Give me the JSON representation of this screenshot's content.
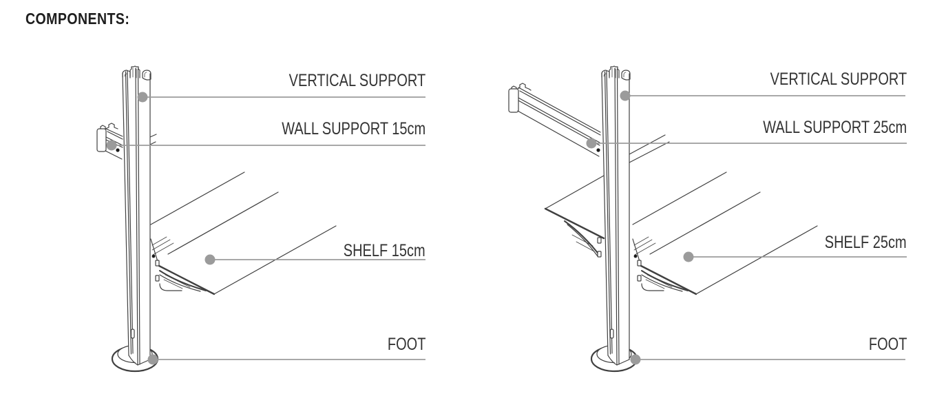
{
  "title": "COMPONENTS:",
  "diagrams": {
    "left": {
      "labels": {
        "vertical_support": "VERTICAL SUPPORT",
        "wall_support": "WALL SUPPORT 15cm",
        "shelf": "SHELF 15cm",
        "foot": "FOOT"
      }
    },
    "right": {
      "labels": {
        "vertical_support": "VERTICAL SUPPORT",
        "wall_support": "WALL SUPPORT 25cm",
        "shelf": "SHELF 25cm",
        "foot": "FOOT"
      }
    }
  },
  "colors": {
    "background": "#FFFFFF",
    "title_text": "#1E1E1E",
    "label_text": "#333333",
    "leader": "#9B9B9B",
    "line_art": "#404040"
  },
  "icons": {
    "leader_dot": "gray-circle-marker"
  }
}
